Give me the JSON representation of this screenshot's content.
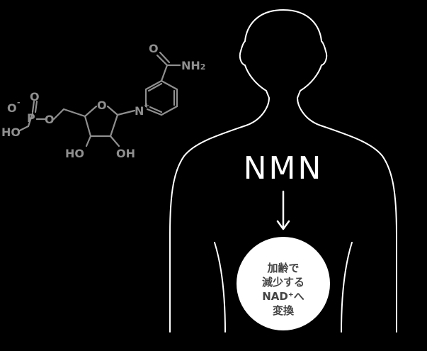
{
  "colors": {
    "background": "#000000",
    "outline": "#ffffff",
    "molecule": "#8f8f8f",
    "circle_fill": "#ffffff",
    "circle_text": "#444444"
  },
  "molecule": {
    "o_minus": "O",
    "minus": "-",
    "o_top": "O",
    "p": "P",
    "ho_left": "HO",
    "o_link": "O",
    "o_ring": "O",
    "n_plus": "N",
    "plus": "+",
    "o_amide": "O",
    "nh2": "NH",
    "nh2_sub": "2",
    "ho_bottom_left": "HO",
    "oh_bottom_right": "OH"
  },
  "main_label": "NMN",
  "circle_lines": [
    "加齢で",
    "減少する",
    "NAD⁺へ",
    "変換"
  ]
}
